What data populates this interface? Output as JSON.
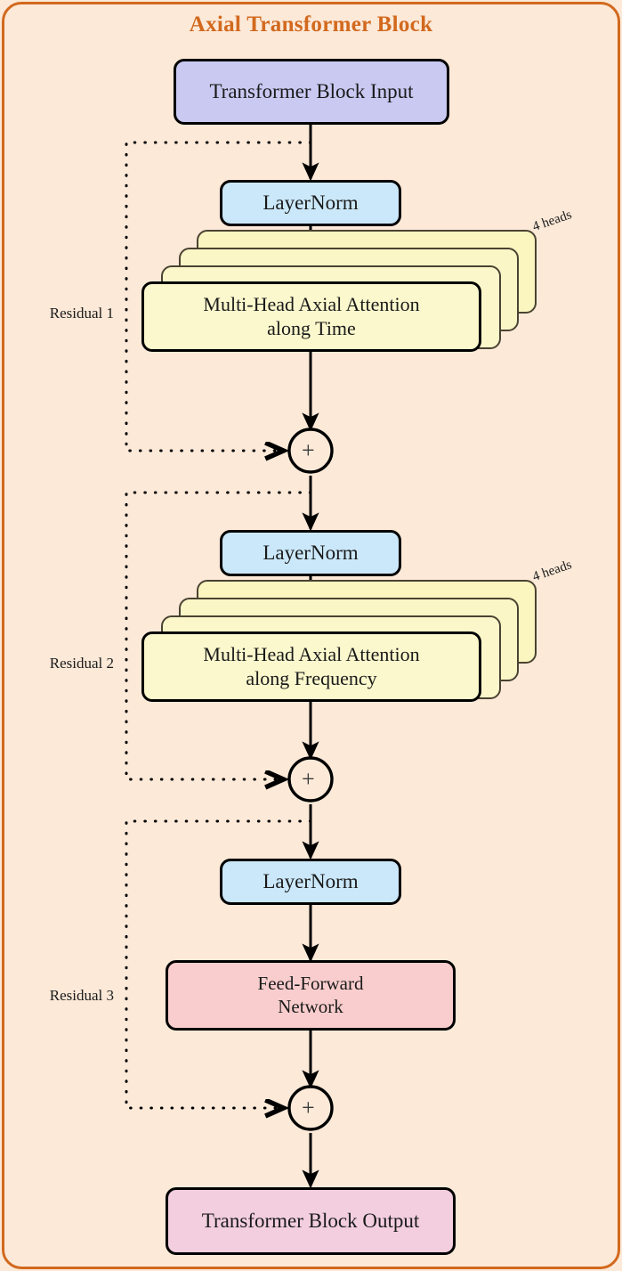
{
  "diagram": {
    "title": "Axial Transformer Block",
    "title_color": "#d2691e",
    "background_color": "#fce9d8",
    "border_color": "#d2691e",
    "nodes": {
      "input": {
        "label": "Transformer Block Input",
        "color": "#c9c9f2"
      },
      "layernorm1": {
        "label": "LayerNorm",
        "color": "#cbe8fa"
      },
      "attention_time": {
        "label_line1": "Multi-Head Axial Attention",
        "label_line2": "along Time",
        "color": "#fbf8cd",
        "heads_label": "4 heads",
        "stack_count": 4
      },
      "layernorm2": {
        "label": "LayerNorm",
        "color": "#cbe8fa"
      },
      "attention_freq": {
        "label_line1": "Multi-Head Axial Attention",
        "label_line2": "along Frequency",
        "color": "#fbf8cd",
        "heads_label": "4 heads",
        "stack_count": 4
      },
      "layernorm3": {
        "label": "LayerNorm",
        "color": "#cbe8fa"
      },
      "ffn": {
        "label_line1": "Feed-Forward",
        "label_line2": "Network",
        "color": "#f9cdcd"
      },
      "output": {
        "label": "Transformer Block Output",
        "color": "#f2cede"
      }
    },
    "adders": {
      "add1": {
        "symbol": "+"
      },
      "add2": {
        "symbol": "+"
      },
      "add3": {
        "symbol": "+"
      }
    },
    "residuals": [
      {
        "label": "Residual 1"
      },
      {
        "label": "Residual 2"
      },
      {
        "label": "Residual 3"
      }
    ]
  }
}
